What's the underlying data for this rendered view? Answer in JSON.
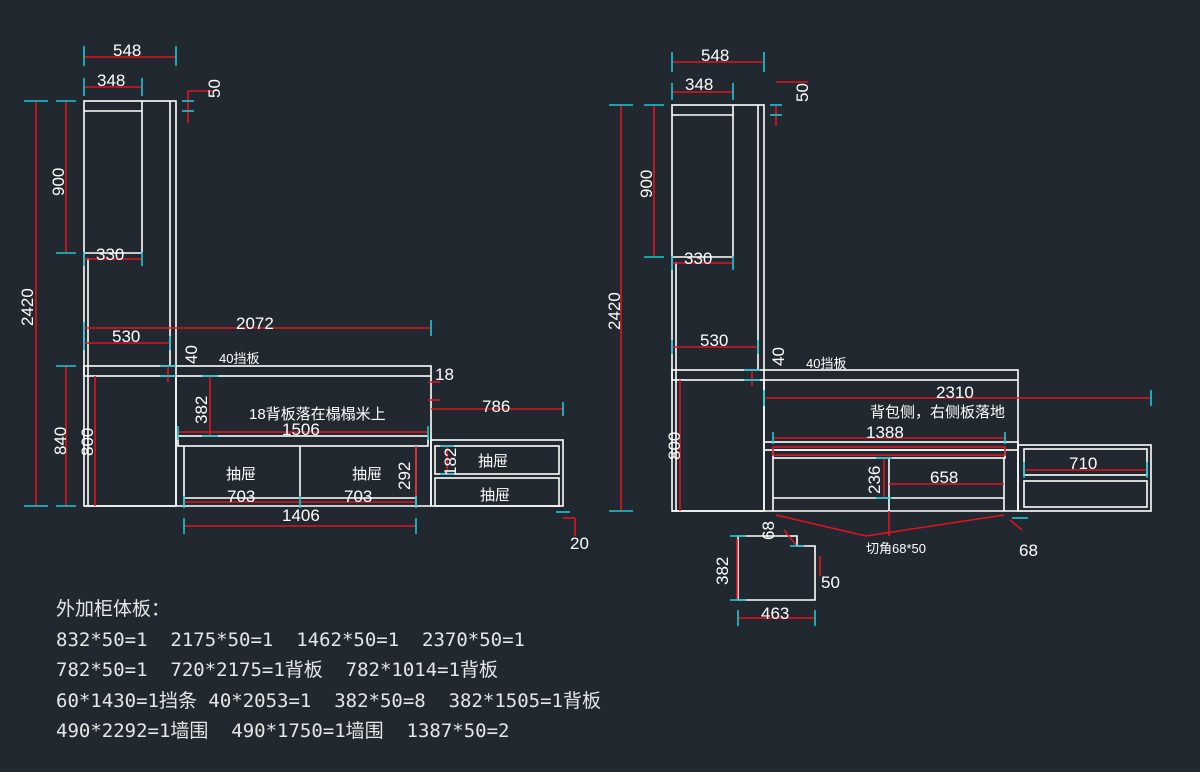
{
  "left_view": {
    "dims": {
      "d548": "548",
      "d348": "348",
      "d50": "50",
      "d900": "900",
      "d330": "330",
      "d2420": "2420",
      "d530": "530",
      "d2072": "2072",
      "d40": "40",
      "d840": "840",
      "d800": "800",
      "d18": "18",
      "d382": "382",
      "d1506": "1506",
      "d786": "786",
      "d182": "182",
      "d292": "292",
      "d703a": "703",
      "d703b": "703",
      "d1406": "1406",
      "d20": "20"
    },
    "labels": {
      "baffle": "40挡板",
      "backpanel_note": "18背板落在榻榻米上",
      "drawer_1": "抽屉",
      "drawer_2": "抽屉",
      "drawer_3": "抽屉",
      "drawer_4": "抽屉"
    }
  },
  "right_view": {
    "dims": {
      "d548": "548",
      "d348": "348",
      "d50": "50",
      "d900": "900",
      "d330": "330",
      "d2420": "2420",
      "d530": "530",
      "d40": "40",
      "d800": "800",
      "d2310": "2310",
      "d1388": "1388",
      "d236": "236",
      "d658": "658",
      "d710": "710",
      "d68a": "68",
      "d68b": "68",
      "d382": "382",
      "d50b": "50",
      "d463": "463"
    },
    "labels": {
      "baffle": "40挡板",
      "side_note": "背包侧，右侧板落地",
      "chamfer": "切角68*50"
    }
  },
  "notes": {
    "title": "外加柜体板：",
    "lines": [
      "832*50=1  2175*50=1  1462*50=1  2370*50=1",
      "782*50=1  720*2175=1背板  782*1014=1背板",
      "60*1430=1挡条 40*2053=1  382*50=8  382*1505=1背板",
      "490*2292=1墙围  490*1750=1墙围  1387*50=2"
    ]
  },
  "colors": {
    "background": "#212830",
    "outline": "#ffffff",
    "dimension_line": "#e0141e",
    "extension_tick": "#1ec8d2",
    "text": "#ffffff"
  }
}
